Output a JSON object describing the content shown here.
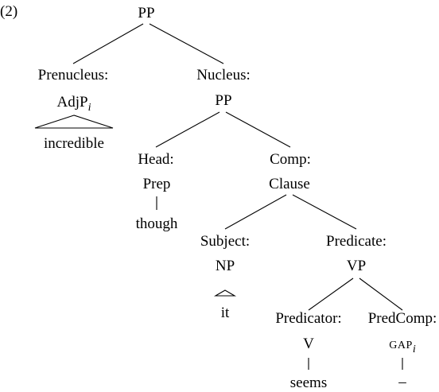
{
  "example_number": "(2)",
  "tree": {
    "root": "PP",
    "prenucleus": {
      "function": "Prenucleus:",
      "category": "AdjP",
      "index": "i",
      "word": "incredible"
    },
    "nucleus": {
      "function": "Nucleus:",
      "category": "PP",
      "head": {
        "function": "Head:",
        "category": "Prep",
        "word": "though"
      },
      "comp": {
        "function": "Comp:",
        "category": "Clause",
        "subject": {
          "function": "Subject:",
          "category": "NP",
          "word": "it"
        },
        "predicate": {
          "function": "Predicate:",
          "category": "VP",
          "predicator": {
            "function": "Predicator:",
            "category": "V",
            "word": "seems"
          },
          "predcomp": {
            "function": "PredComp:",
            "category": "GAP",
            "index": "i",
            "word": "–"
          }
        }
      }
    }
  }
}
